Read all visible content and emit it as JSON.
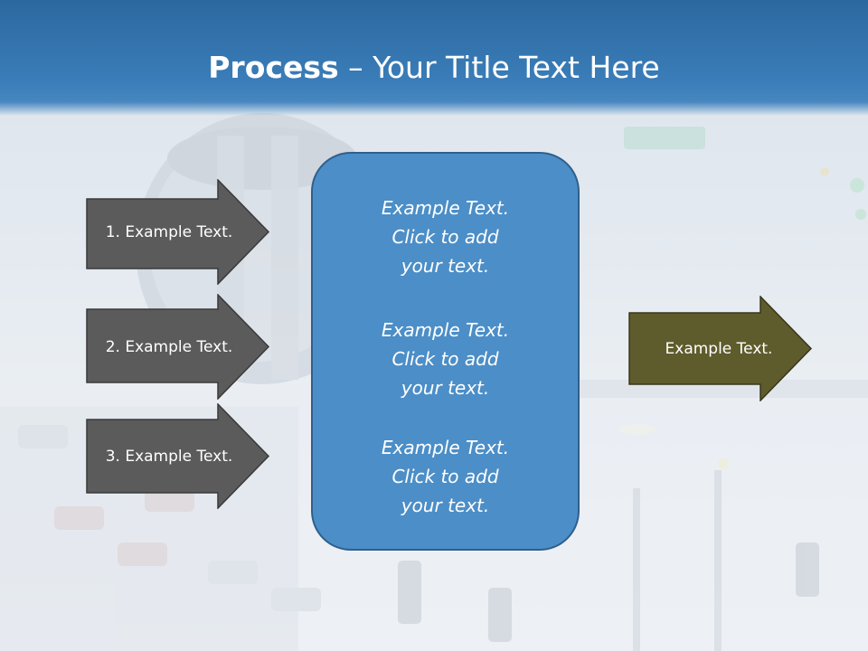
{
  "slide": {
    "title_bold": "Process",
    "title_rest": " – Your Title Text Here"
  },
  "steps": [
    {
      "label": "1. Example Text."
    },
    {
      "label": "2. Example Text."
    },
    {
      "label": "3. Example Text."
    }
  ],
  "panel": {
    "blocks": [
      {
        "lines": [
          "Example Text.",
          "Click  to add",
          "your text."
        ]
      },
      {
        "lines": [
          "Example Text.",
          "Click  to add",
          "your text."
        ]
      },
      {
        "lines": [
          "Example Text.",
          "Click  to add",
          "your text."
        ]
      }
    ]
  },
  "output": {
    "label": "Example Text."
  },
  "colors": {
    "title_band": "#3a7db8",
    "step_arrow": "#5b5b5b",
    "panel": "#4c8ec7",
    "output_arrow": "#5e5c2c"
  }
}
